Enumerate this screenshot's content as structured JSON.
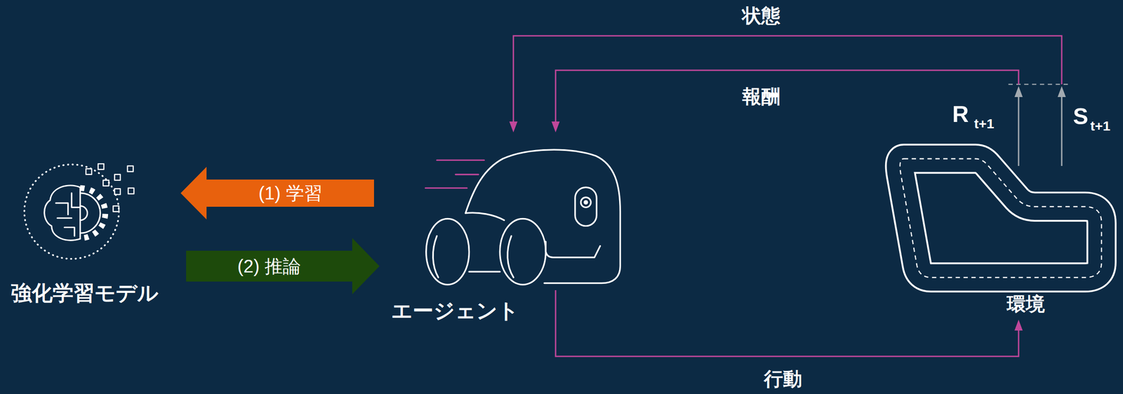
{
  "diagram": {
    "nodes": [
      {
        "text": [
          "強化学習モデル"
        ]
      },
      {
        "text": [
          "エージェント"
        ]
      },
      {
        "text": [
          "環境"
        ]
      }
    ],
    "edges": [
      {
        "from": 1,
        "to": 0,
        "arrow": "to",
        "label": "(1) 学習"
      },
      {
        "from": 0,
        "to": 1,
        "arrow": "to",
        "label": "(2) 推論"
      },
      {
        "from": 2,
        "to": 1,
        "arrow": "to",
        "label": "状態"
      },
      {
        "from": 2,
        "to": 1,
        "arrow": "to",
        "label": "報酬"
      },
      {
        "from": 1,
        "to": 2,
        "arrow": "to",
        "label": "行動"
      }
    ],
    "labels": [
      "R",
      "t+1",
      "S",
      "t+1"
    ]
  }
}
